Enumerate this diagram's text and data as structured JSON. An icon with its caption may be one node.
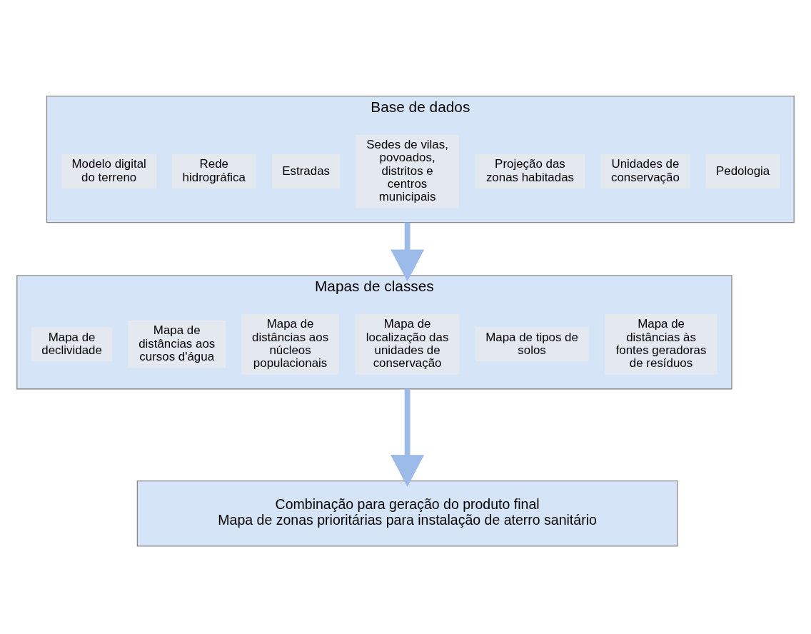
{
  "diagram": {
    "nodes": [
      {
        "text": [
          "Base de dados"
        ]
      },
      {
        "text": [
          "Modelo digital do terreno"
        ],
        "in": 0
      },
      {
        "text": [
          "Rede hidrográfica"
        ],
        "in": 0
      },
      {
        "text": [
          "Estradas"
        ],
        "in": 0
      },
      {
        "text": [
          "Sedes de vilas, povoados, distritos e centros municipais"
        ],
        "in": 0
      },
      {
        "text": [
          "Projeção das zonas habitadas"
        ],
        "in": 0
      },
      {
        "text": [
          "Unidades de conservação"
        ],
        "in": 0
      },
      {
        "text": [
          "Pedologia"
        ],
        "in": 0
      },
      {
        "text": [
          "Mapas de classes"
        ]
      },
      {
        "text": [
          "Mapa de declividade"
        ],
        "in": 8
      },
      {
        "text": [
          "Mapa de distâncias aos cursos d'água"
        ],
        "in": 8
      },
      {
        "text": [
          "Mapa de distâncias aos núcleos populacionais"
        ],
        "in": 8
      },
      {
        "text": [
          "Mapa de localização das unidades de conservação"
        ],
        "in": 8
      },
      {
        "text": [
          "Mapa de tipos de solos"
        ],
        "in": 8
      },
      {
        "text": [
          "Mapa de distâncias às fontes geradoras de resíduos"
        ],
        "in": 8
      },
      {
        "text": [
          "Combinação para geração do produto final",
          "Mapa de zonas prioritárias para instalação de aterro sanitário"
        ]
      }
    ],
    "edges": [
      {
        "from": 0,
        "to": 8,
        "arrow": "to"
      },
      {
        "from": 8,
        "to": 15,
        "arrow": "to"
      }
    ]
  }
}
